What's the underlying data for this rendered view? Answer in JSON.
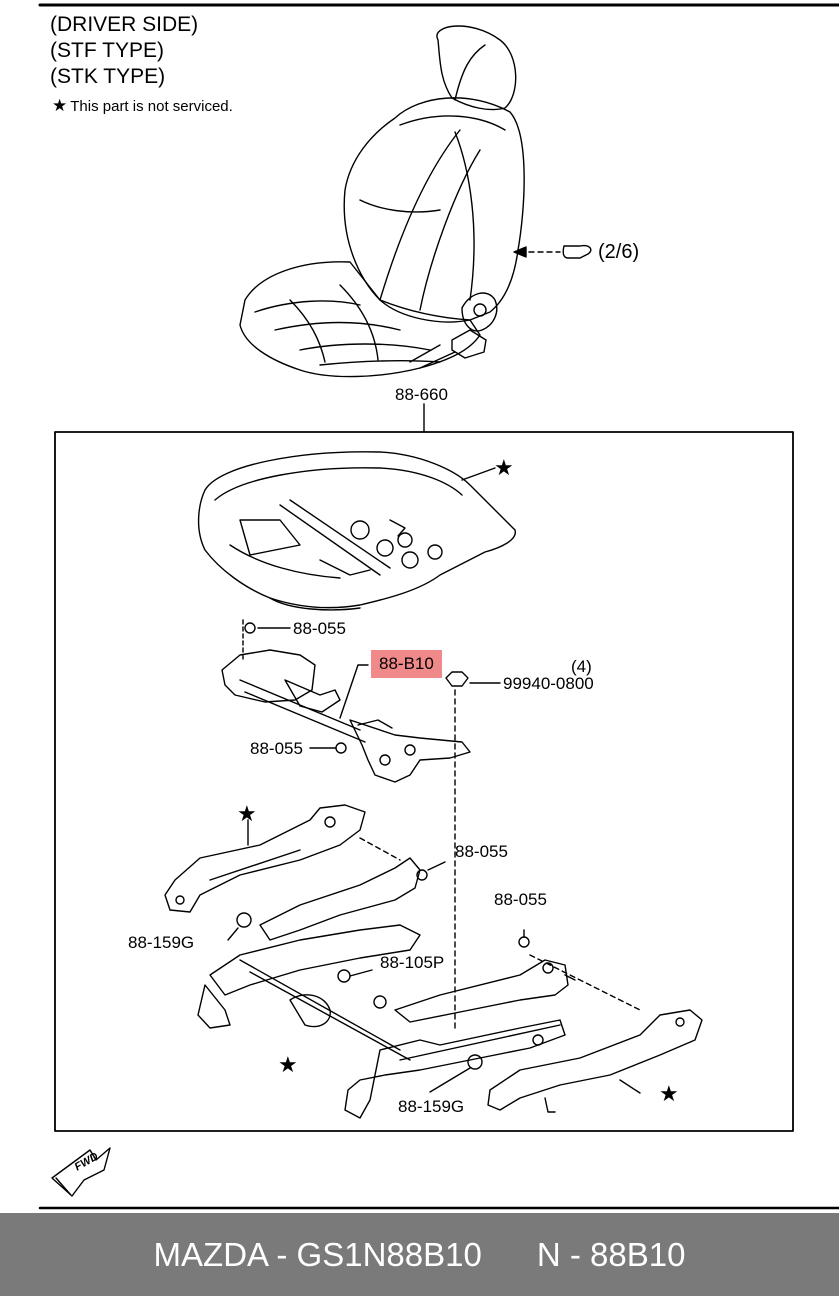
{
  "header": {
    "lines": [
      "(DRIVER SIDE)",
      "(STF TYPE)",
      "(STK TYPE)"
    ],
    "note_symbol": "★",
    "note_text": "This part is not serviced."
  },
  "callouts": {
    "seat_ref": "(2/6)",
    "assembly": "88-660",
    "bolt_top": "88-055",
    "highlight_part": "88-B10",
    "nut_qty": "(4)",
    "nut_part": "99940-0800",
    "bolt_left": "88-055",
    "bolt_mid": "88-055",
    "bolt_right": "88-055",
    "washer_left": "88-159G",
    "pin": "88-105P",
    "washer_bottom": "88-159G",
    "not_serviced_symbol": "★"
  },
  "fwd_label": "FWD",
  "footer": {
    "left": "MAZDA - GS1N88B10",
    "right": "N - 88B10"
  },
  "colors": {
    "highlight": "#f08a8a",
    "footer_bg": "#7a7a7a",
    "footer_text": "#ffffff"
  }
}
